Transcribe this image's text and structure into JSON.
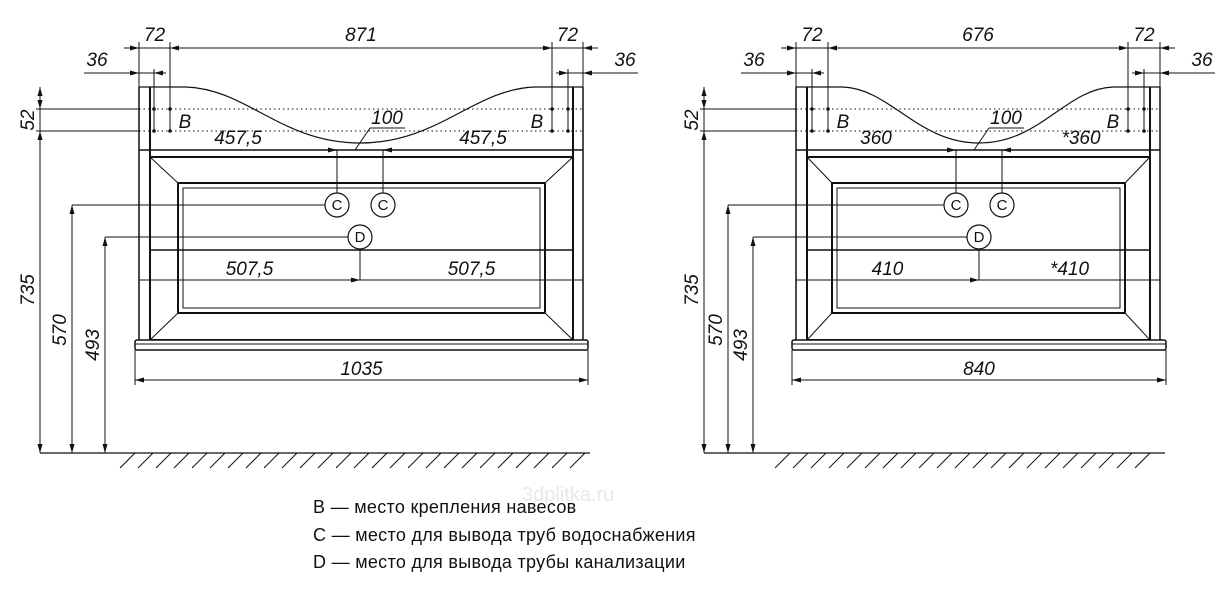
{
  "drawings": [
    {
      "name": "cabinet-1035",
      "top": {
        "left72": "72",
        "middle": "871",
        "right72": "72",
        "left36": "36",
        "right36": "36"
      },
      "height52": "52",
      "b_label": "B",
      "pipe_spacing": "100",
      "c_left": "457,5",
      "c_right": "457,5",
      "d_left": "507,5",
      "d_right": "507,5",
      "width": "1035",
      "h735": "735",
      "h570": "570",
      "h493": "493",
      "c_label": "C",
      "d_label": "D"
    },
    {
      "name": "cabinet-840",
      "top": {
        "left72": "72",
        "middle": "676",
        "right72": "72",
        "left36": "36",
        "right36": "36"
      },
      "height52": "52",
      "b_label": "B",
      "pipe_spacing": "100",
      "c_left": "360",
      "c_right": "*360",
      "d_left": "410",
      "d_right": "*410",
      "width": "840",
      "h735": "735",
      "h570": "570",
      "h493": "493",
      "c_label": "C",
      "d_label": "D"
    }
  ],
  "legend": [
    "B — место крепления навесов",
    "C — место для вывода труб водоснабжения",
    "D — место для вывода трубы канализации"
  ],
  "watermark": "3dplitka.ru"
}
